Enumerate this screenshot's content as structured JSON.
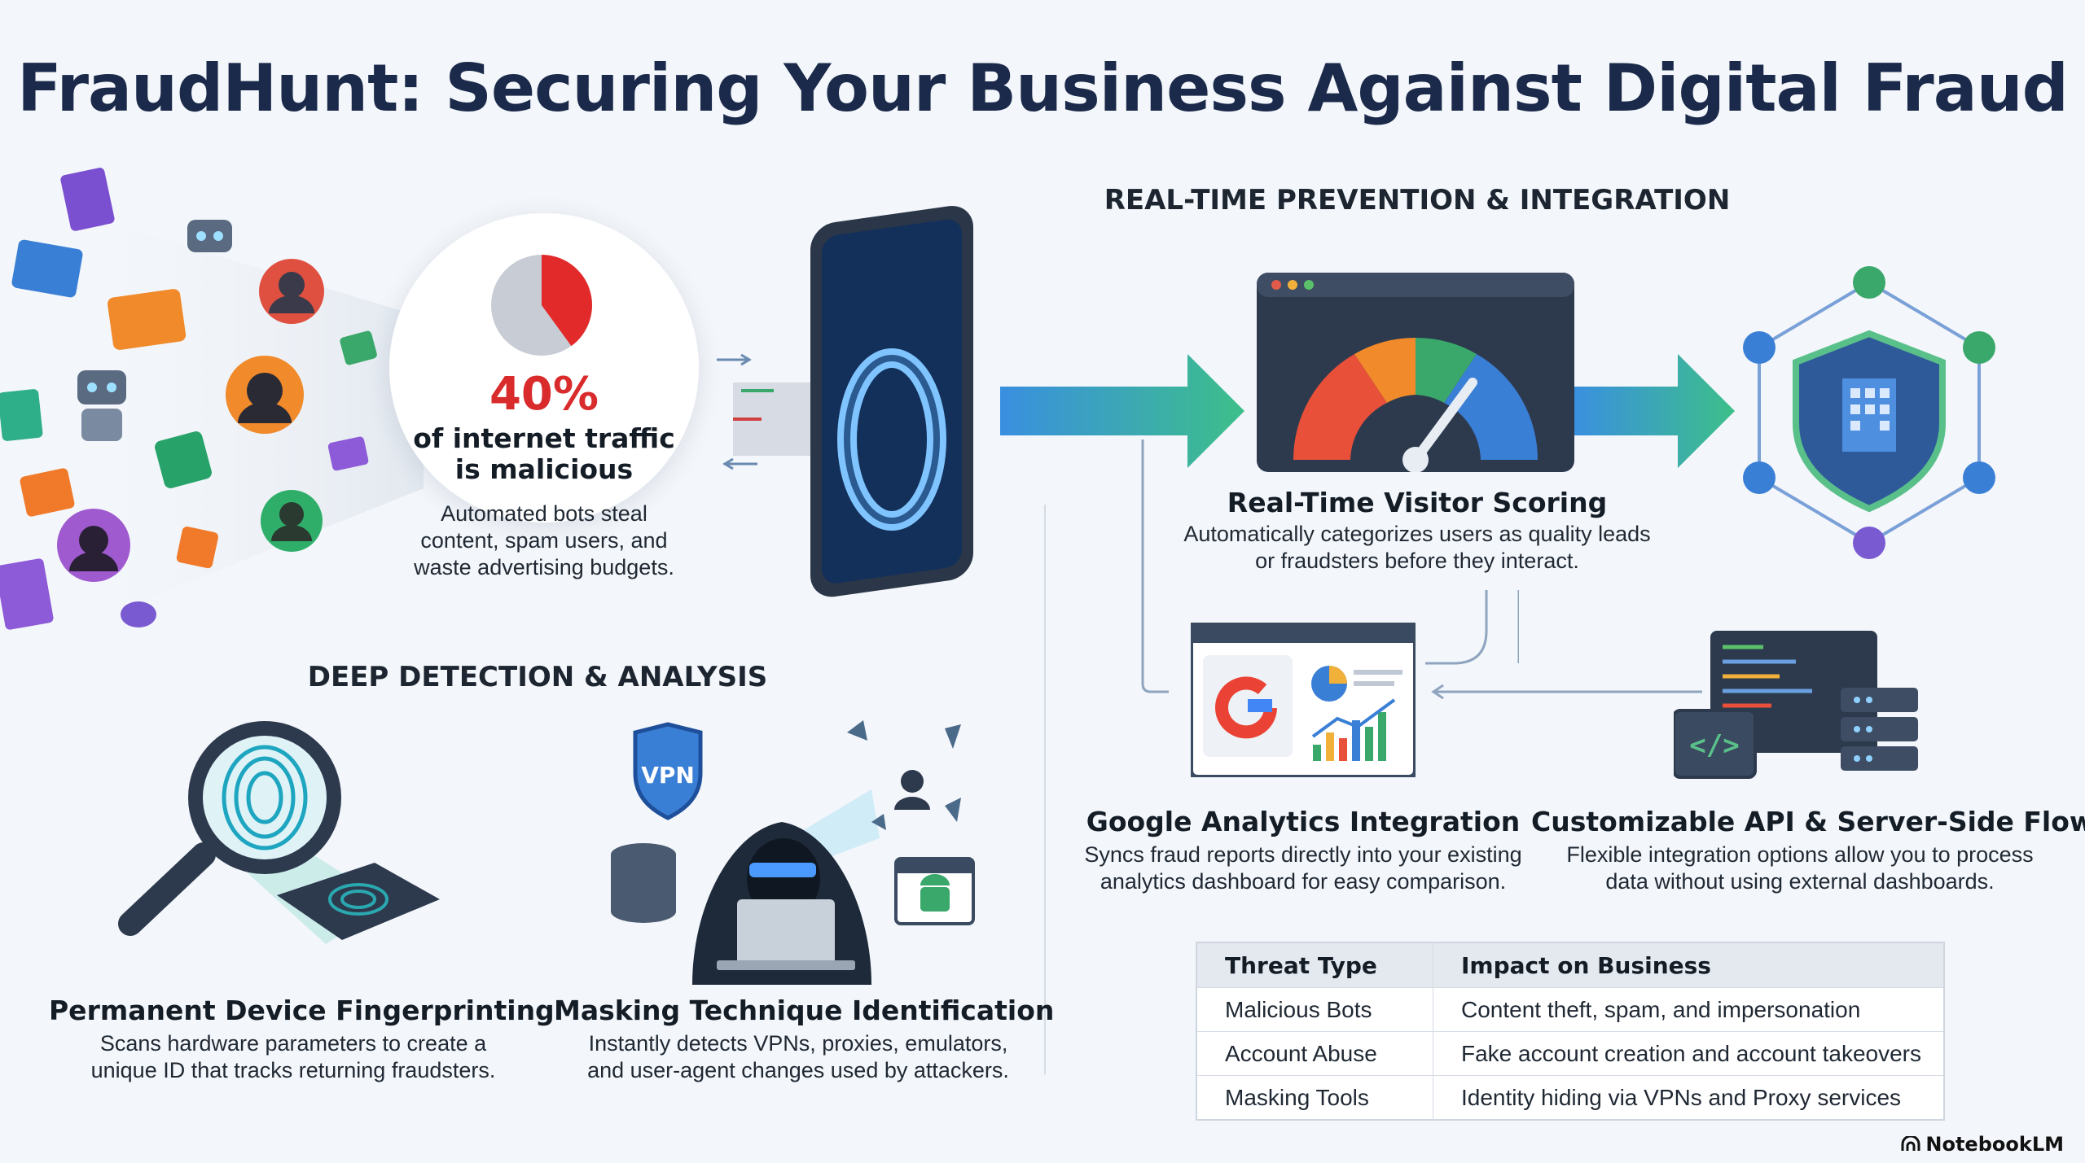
{
  "title": "FraudHunt: Securing Your Business Against Digital Fraud",
  "stat": {
    "value": "40%",
    "share": 0.4,
    "label_lines": [
      "of internet traffic",
      "is malicious"
    ],
    "desc_lines": [
      "Automated bots steal",
      "content, spam users, and",
      "waste advertising budgets."
    ]
  },
  "sections": {
    "prevention": "REAL-TIME PREVENTION & INTEGRATION",
    "detection": "DEEP DETECTION & ANALYSIS"
  },
  "features": {
    "scoring": {
      "title": "Real-Time Visitor Scoring",
      "desc_lines": [
        "Automatically categorizes users as quality leads",
        "or fraudsters before they interact."
      ]
    },
    "analytics": {
      "title": "Google Analytics Integration",
      "desc_lines": [
        "Syncs fraud reports directly into your existing",
        "analytics dashboard for easy comparison."
      ]
    },
    "api": {
      "title": "Customizable API & Server-Side Flow",
      "desc_lines": [
        "Flexible integration options allow you to process",
        "data without using external dashboards."
      ]
    },
    "fingerprinting": {
      "title": "Permanent Device Fingerprinting",
      "desc_lines": [
        "Scans hardware parameters to create a",
        "unique ID that tracks returning fraudsters."
      ]
    },
    "masking": {
      "title": "Masking Technique Identification",
      "desc_lines": [
        "Instantly detects VPNs, proxies, emulators,",
        "and user-agent changes used by attackers."
      ]
    }
  },
  "icon_labels": {
    "vpn": "VPN",
    "code": "</>"
  },
  "table": {
    "headers": [
      "Threat Type",
      "Impact on Business"
    ],
    "rows": [
      [
        "Malicious Bots",
        "Content theft, spam, and impersonation"
      ],
      [
        "Account Abuse",
        "Fake account creation and account takeovers"
      ],
      [
        "Masking Tools",
        "Identity hiding via VPNs and Proxy services"
      ]
    ]
  },
  "brand": "NotebookLM",
  "colors": {
    "danger": "#d92b2b",
    "navy": "#1b2a4a",
    "accent_blue": "#3a8fe0",
    "accent_green": "#3dbf8a"
  },
  "icons": [
    "robot-icon",
    "hacker-icon",
    "magnifier-icon",
    "gauge-icon",
    "shield-network-icon",
    "google-icon",
    "server-icon",
    "fingerprint-chip-icon",
    "hooded-hacker-icon",
    "android-icon"
  ]
}
